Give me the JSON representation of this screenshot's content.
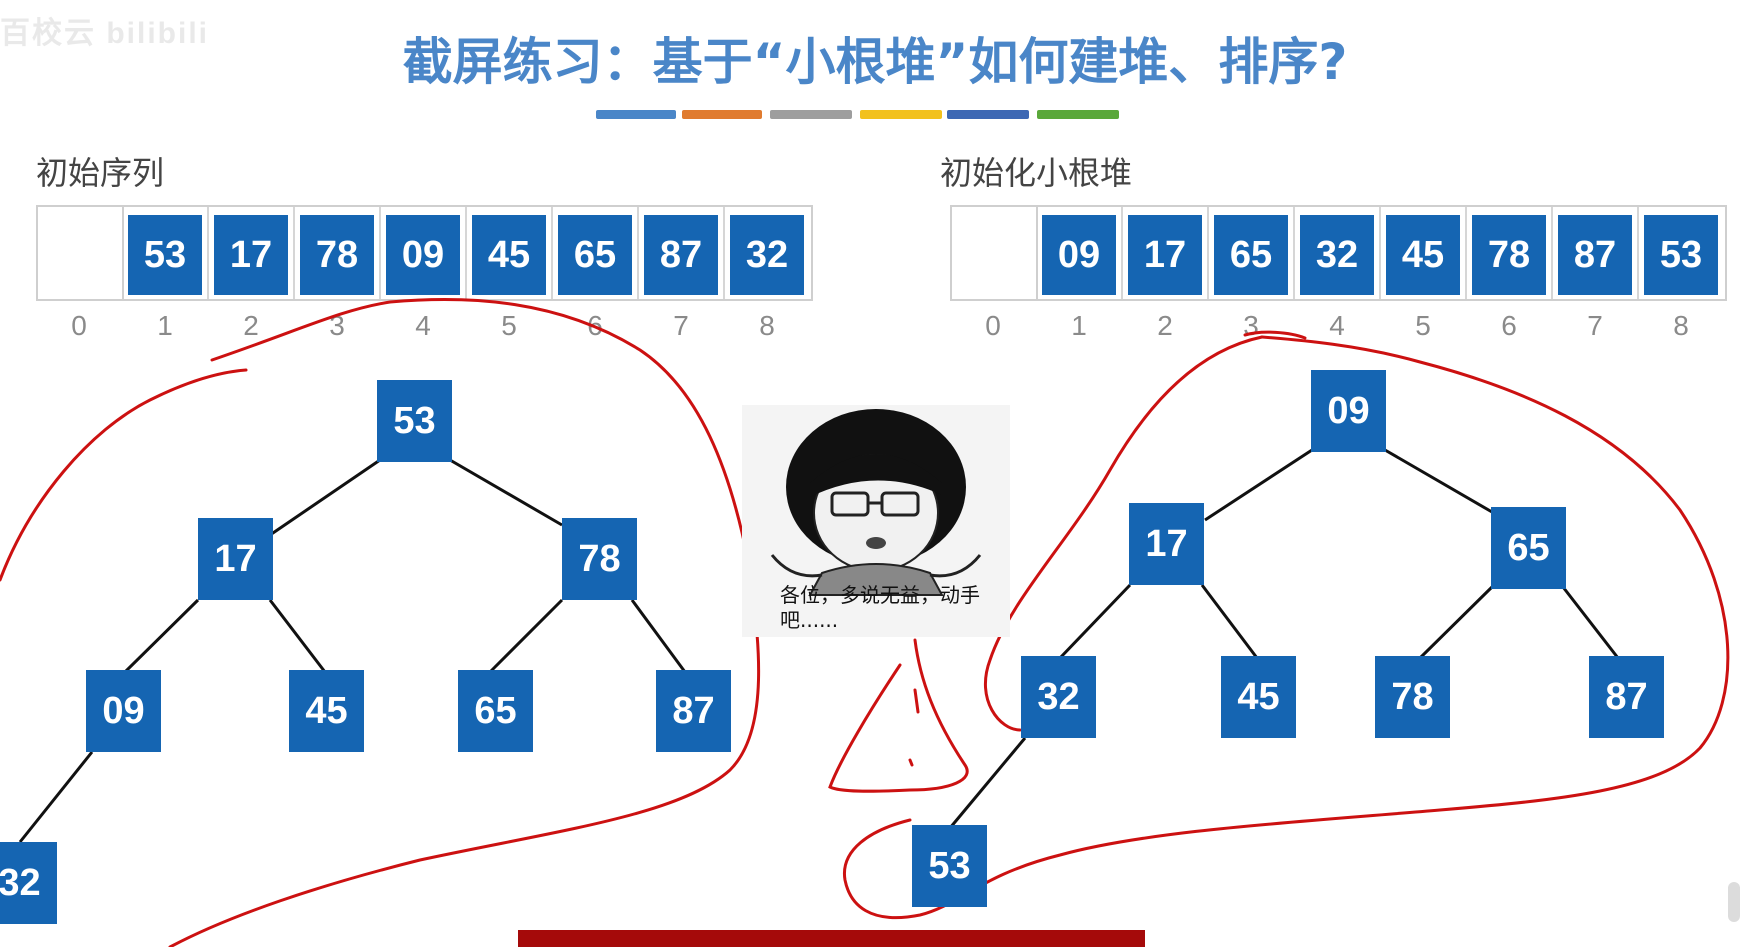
{
  "watermark": "百校云 bilibili",
  "title": "截屏练习：基于“小根堆”如何建堆、排序?",
  "color_bars": [
    "#4a86c8",
    "#e07b2f",
    "#9e9e9e",
    "#f2c11d",
    "#3d68b4",
    "#5aa83a"
  ],
  "left": {
    "label": "初始序列",
    "array": [
      "53",
      "17",
      "78",
      "09",
      "45",
      "65",
      "87",
      "32"
    ],
    "indices": [
      "0",
      "1",
      "2",
      "3",
      "4",
      "5",
      "6",
      "7",
      "8"
    ],
    "tree": [
      "53",
      "17",
      "78",
      "09",
      "45",
      "65",
      "87",
      "32"
    ]
  },
  "right": {
    "label": "初始化小根堆",
    "array": [
      "09",
      "17",
      "65",
      "32",
      "45",
      "78",
      "87",
      "53"
    ],
    "indices": [
      "0",
      "1",
      "2",
      "3",
      "4",
      "5",
      "6",
      "7",
      "8"
    ],
    "tree": [
      "09",
      "17",
      "65",
      "32",
      "45",
      "78",
      "87",
      "53"
    ]
  },
  "meme": {
    "caption": "各位，多说无益，动手吧......"
  },
  "colors": {
    "title": "#4a86c8",
    "node": "#1565b2",
    "annotation": "#cc1111"
  }
}
